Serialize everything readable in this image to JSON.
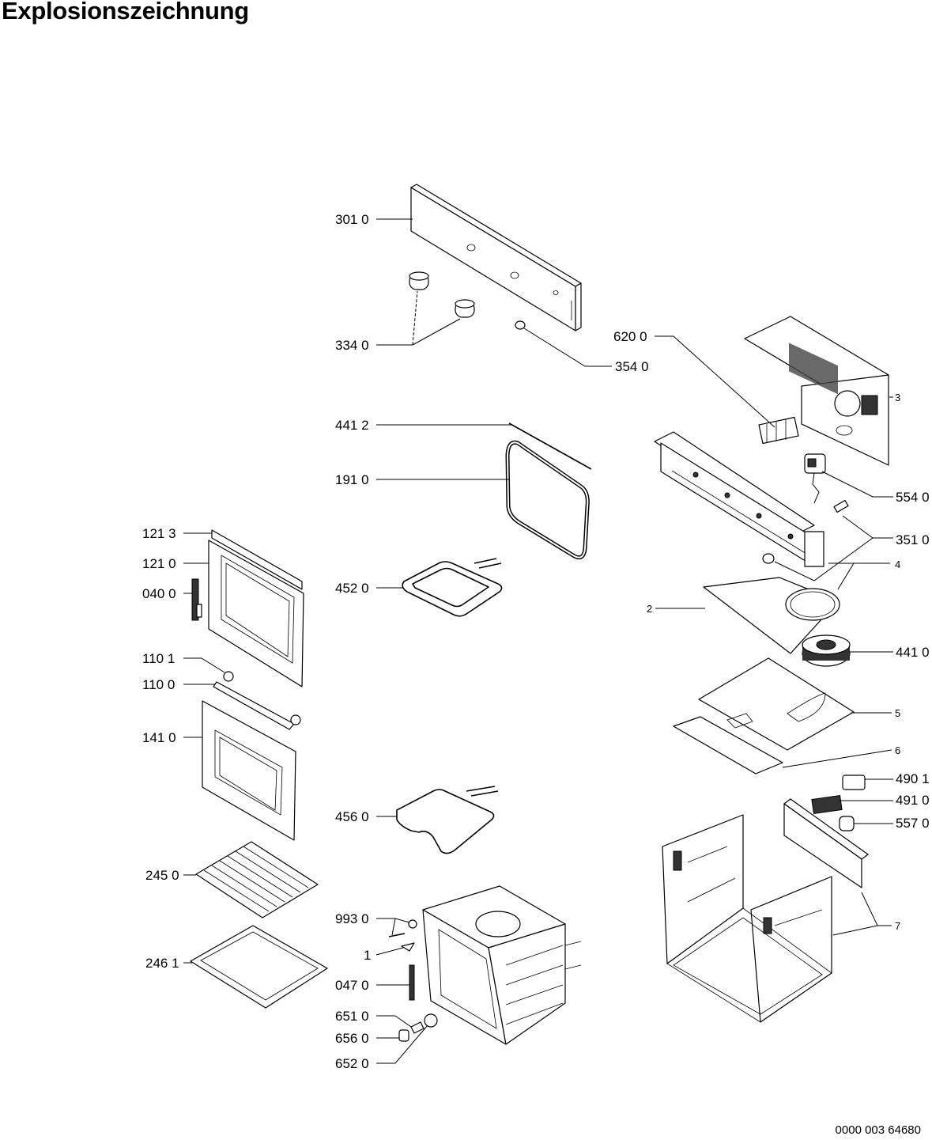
{
  "title": "Explosionszeichnung",
  "document_number": "0000 003 64680",
  "labels": {
    "l3010": "301 0",
    "l3340": "334 0",
    "l3540": "354 0",
    "l4412": "441 2",
    "l1910": "191 0",
    "l4520": "452 0",
    "l1213": "121 3",
    "l1210": "121 0",
    "l0400": "040 0",
    "l1101": "110 1",
    "l1100": "110 0",
    "l1410": "141 0",
    "l4560": "456 0",
    "l2450": "245 0",
    "l2461": "246 1",
    "l9930": "993 0",
    "l1": "1",
    "l0470": "047 0",
    "l6510": "651 0",
    "l6560": "656 0",
    "l6520": "652 0",
    "l6200": "620 0",
    "l3": "3",
    "l5540": "554 0",
    "l3510": "351 0",
    "l4": "4",
    "l2": "2",
    "l4410": "441 0",
    "l5": "5",
    "l6": "6",
    "l4901": "490 1",
    "l4910": "491 0",
    "l5570": "557 0",
    "l7": "7"
  }
}
